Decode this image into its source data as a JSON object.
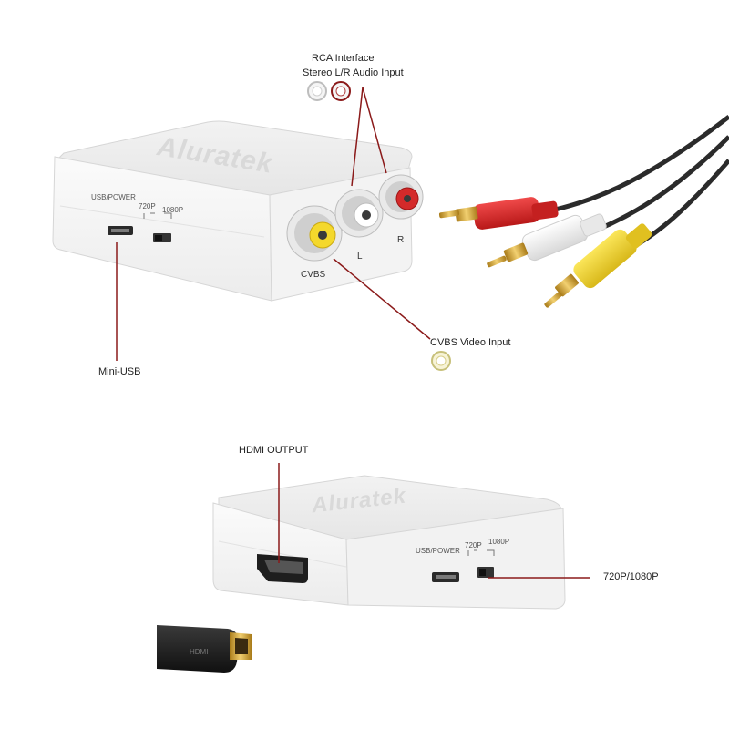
{
  "callouts": {
    "rca_interface": "RCA Interface",
    "stereo_audio_input": "Stereo L/R Audio Input",
    "cvbs_video_input": "CVBS Video Input",
    "mini_usb": "Mini-USB",
    "hdmi_output": "HDMI OUTPUT",
    "resolution_switch": "720P/1080P"
  },
  "device_top": {
    "brand": "Aluratek",
    "usb_power": "USB/POWER",
    "p720": "720P",
    "p1080": "1080P",
    "port_cvbs": "CVBS",
    "port_l": "L",
    "port_r": "R"
  },
  "device_bottom": {
    "brand": "Aluratek",
    "usb_power": "USB/POWER",
    "p720": "720P",
    "p1080": "1080P",
    "hdmi_plug_text": "HDMI"
  },
  "colors": {
    "accent_line": "#8b1a1a",
    "rca_red": "#d42a2a",
    "rca_white": "#f2f2f2",
    "rca_yellow": "#f2d62a",
    "device_body": "#f7f7f7",
    "gold": "#d4a52a"
  }
}
